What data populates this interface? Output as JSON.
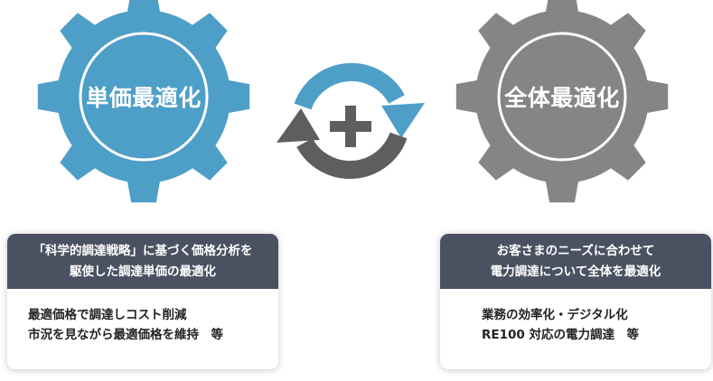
{
  "colors": {
    "gear_left": "#4e9fc8",
    "gear_right": "#858585",
    "arrow_blue": "#4e9fc8",
    "arrow_gray": "#5e5e5e",
    "card_header": "#4a5161"
  },
  "gears": {
    "left_label": "単価最適化",
    "right_label": "全体最適化"
  },
  "cycle": {
    "plus_icon": "plus-icon",
    "arrows_icon": "cycle-arrows-icon"
  },
  "cards": {
    "left": {
      "header_line1": "「科学的調達戦略」に基づく価格分析を",
      "header_line2": "駆使した調達単価の最適化",
      "body_line1": "最適価格で調達しコスト削減",
      "body_line2": "市況を見ながら最適価格を維持　等"
    },
    "right": {
      "header_line1": "お客さまのニーズに合わせて",
      "header_line2": "電力調達について全体を最適化",
      "body_line1": "業務の効率化・デジタル化",
      "body_line2": "RE100 対応の電力調達　等"
    }
  }
}
